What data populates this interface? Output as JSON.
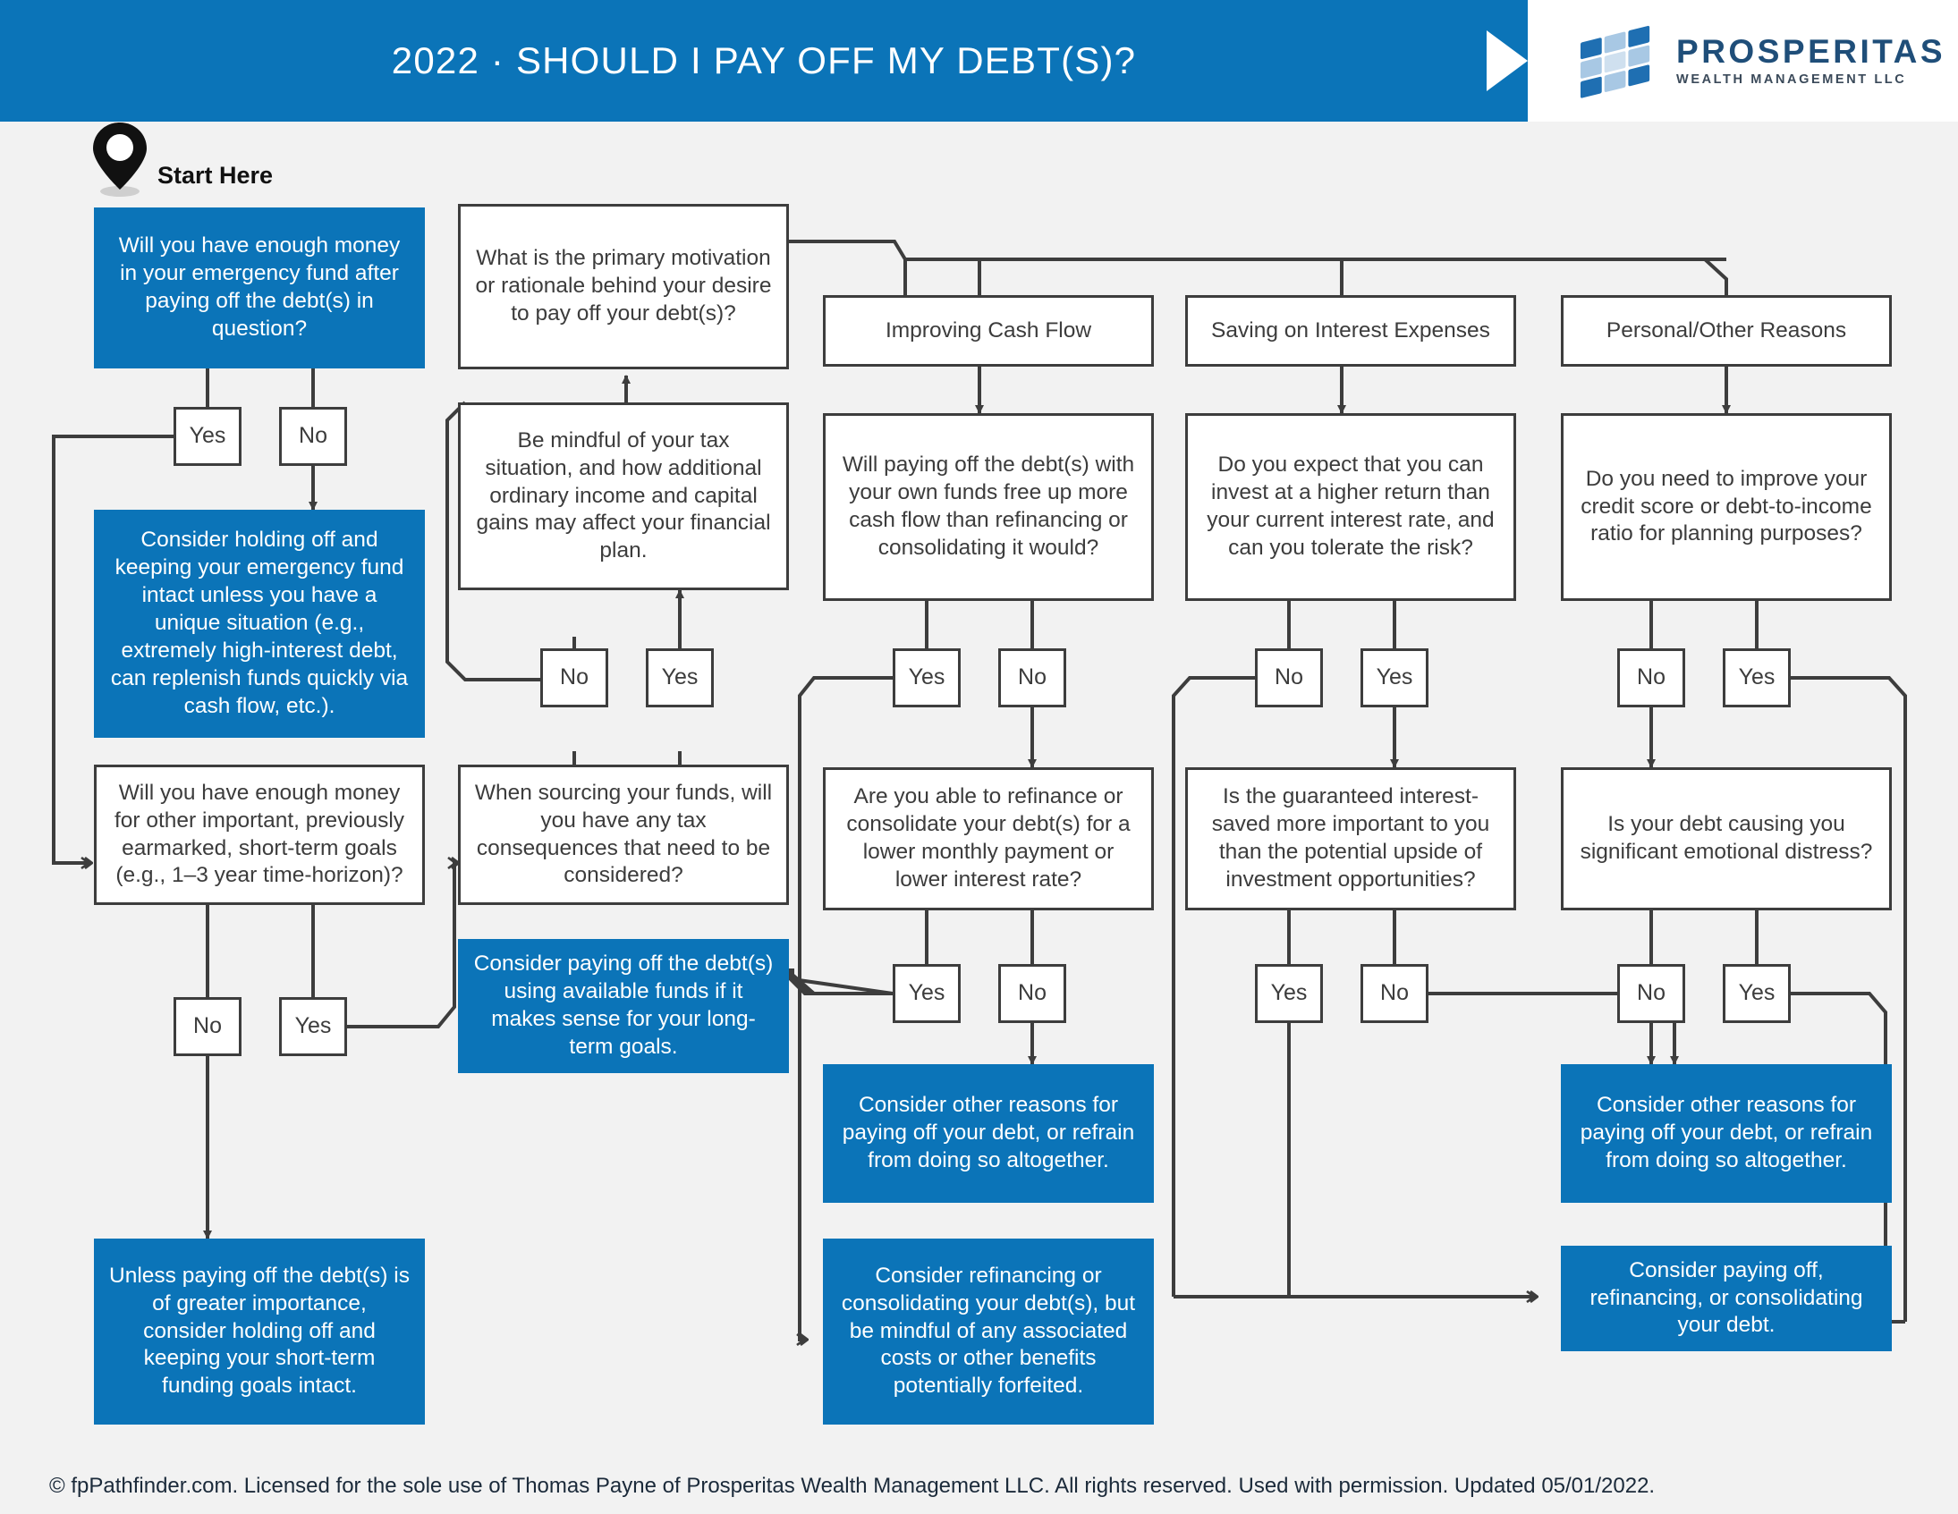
{
  "header": {
    "title": "2022 · SHOULD I PAY OFF MY DEBT(S)?",
    "logo_name": "PROSPERITAS",
    "logo_sub": "WEALTH MANAGEMENT LLC",
    "brand_blue": "#0b74b8",
    "logo_navy": "#1f4e79"
  },
  "start": {
    "label": "Start Here"
  },
  "footer": {
    "text": "© fpPathfinder.com. Licensed for the sole use of Thomas Payne of Prosperitas Wealth Management LLC. All rights reserved. Used with permission. Updated 05/01/2022."
  },
  "labels": {
    "yes": "Yes",
    "no": "No"
  },
  "nodes": {
    "q_emergency_fund": "Will you have enough money in your emergency fund after paying off the debt(s) in question?",
    "a_hold_emergency": "Consider holding off and keeping your emergency fund intact unless you have a unique situation (e.g., extremely high-interest debt, can replenish funds quickly via cash flow, etc.).",
    "q_shortterm_goals": "Will you have enough money for other important, previously earmarked, short-term goals (e.g., 1–3 year time-horizon)?",
    "a_shortterm_intact": "Unless paying off the debt(s) is of greater importance, consider holding off and keeping your short-term funding goals intact.",
    "q_primary_motivation": "What is the primary motivation or rationale behind your desire to pay off your debt(s)?",
    "a_tax_mindful": "Be mindful of your tax situation, and how additional ordinary income and capital gains may affect your financial plan.",
    "q_tax_consequences": "When sourcing your funds, will you have any tax consequences that need to be considered?",
    "a_pay_off_available_funds": "Consider paying off the debt(s) using available funds if it makes sense for your long-term goals.",
    "branch_cash_flow": "Improving Cash Flow",
    "q_free_up_cash_flow": "Will paying off the debt(s) with your own funds free up more cash flow than refinancing or consolidating it would?",
    "q_refinance_lower": "Are you able to refinance or consolidate your debt(s) for a lower monthly payment or lower interest rate?",
    "a_other_reasons_cashflow": "Consider other reasons for paying off your debt, or refrain from doing so altogether.",
    "a_refi_mindful_costs": "Consider refinancing or consolidating your debt(s), but be mindful of any associated costs or other benefits potentially forfeited.",
    "branch_interest": "Saving on Interest Expenses",
    "q_invest_higher_return": "Do you expect that you can invest at a higher return than your current interest rate, and can you tolerate the risk?",
    "q_guaranteed_interest": "Is the guaranteed interest-saved more important to you than the potential upside of investment opportunities?",
    "branch_personal": "Personal/Other Reasons",
    "q_credit_score": "Do you need to improve your credit score or debt-to-income ratio for planning purposes?",
    "q_emotional_distress": "Is your debt causing you significant emotional distress?",
    "a_other_reasons_personal": "Consider other reasons for paying off your debt, or refrain from doing so altogether.",
    "a_pay_refi_consolidate": "Consider paying off, refinancing, or consolidating your debt."
  }
}
